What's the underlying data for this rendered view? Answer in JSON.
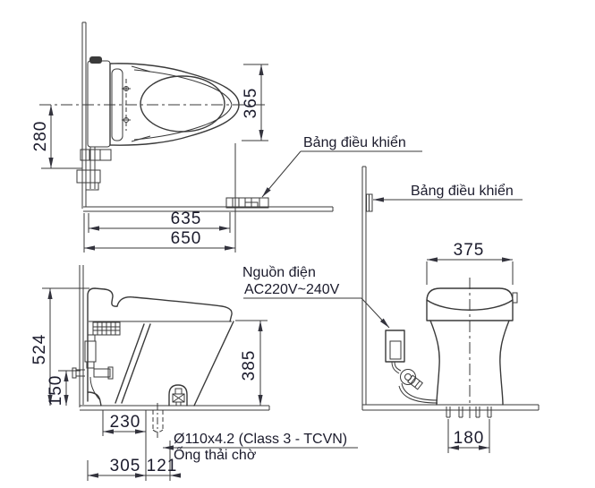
{
  "drawing_type": "toilet-installation-technical-drawing",
  "labels": {
    "control_panel_top_view": "Bảng điều khiển",
    "control_panel_front_view": "Bảng điều khiển",
    "power_line1": "Nguồn điện",
    "power_line2": "AC220V~240V",
    "drain_spec": "Ø110x4.2 (Class 3 - TCVN)",
    "drain_name": "Ống thải chờ"
  },
  "dimensions": {
    "top_view": {
      "d280": "280",
      "d365": "365",
      "d635": "635",
      "d650": "650"
    },
    "side_view": {
      "d524": "524",
      "d150": "150",
      "d385": "385",
      "d230": "230",
      "d305": "305",
      "d121": "121"
    },
    "front_view": {
      "d375": "375",
      "d180": "180"
    }
  },
  "colors": {
    "line": "#3a3a3a",
    "text": "#1b1b2c",
    "background": "#ffffff"
  }
}
